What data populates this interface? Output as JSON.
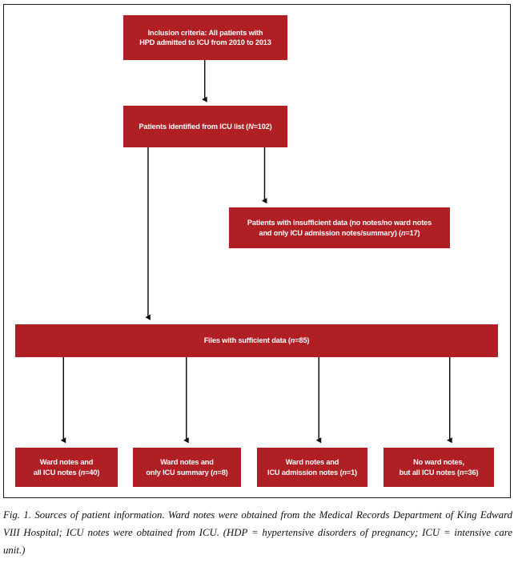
{
  "figure": {
    "accent_color": "#b01f24",
    "text_color": "#ffffff",
    "frame_color": "#1a1a1a",
    "connector_color": "#111111",
    "nodes": {
      "inclusion": {
        "line1": "Inclusion criteria: All patients with",
        "line2": "HPD admitted to ICU from 2010 to 2013"
      },
      "identified": {
        "text_before": "Patients identified from ICU list (",
        "italic": "N",
        "text_after": "=102)"
      },
      "insufficient": {
        "line1": "Patients with insufficient data (no notes/no ward notes",
        "line2_before": "and only ICU admission notes/summary) (",
        "italic": "n",
        "line2_after": "=17)"
      },
      "sufficient": {
        "text_before": "Files with sufficient data (",
        "italic": "n",
        "text_after": "=85)"
      },
      "all_icu_notes": {
        "line1": "Ward notes and",
        "line2_before": "all ICU notes (",
        "italic": "n",
        "line2_after": "=40)"
      },
      "only_icu_summary": {
        "line1": "Ward notes and",
        "line2_before": "only ICU summary (",
        "italic": "n",
        "line2_after": "=8)"
      },
      "icu_admission_notes": {
        "line1": "Ward notes and",
        "line2_before": "ICU admission notes (",
        "italic": "n",
        "line2_after": "=1)"
      },
      "no_ward_notes": {
        "line1": "No ward notes,",
        "line2_before": "but all ICU notes (",
        "italic": "n",
        "line2_after": "=36)"
      }
    }
  },
  "caption": {
    "full": "Fig. 1. Sources of patient information. Ward notes were obtained from the Medical Records Department of King Edward VIII Hospital; ICU notes were obtained from ICU. (HDP = hypertensive disorders of pregnancy; ICU = intensive care unit.)"
  }
}
